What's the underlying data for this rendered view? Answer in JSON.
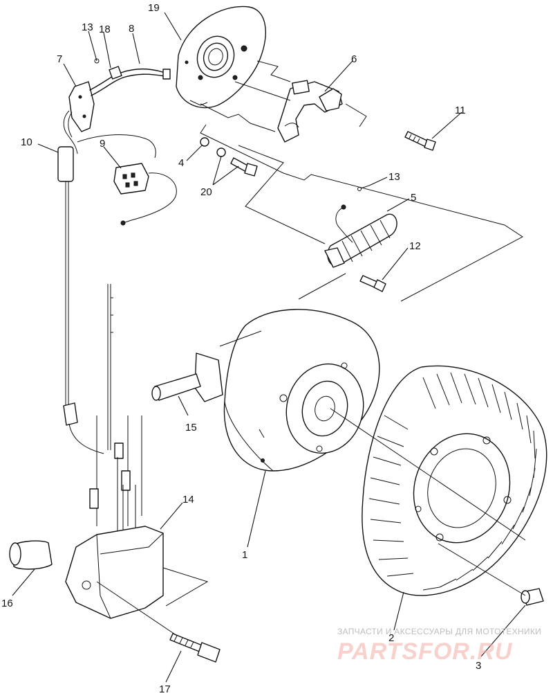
{
  "diagram": {
    "callouts": [
      {
        "id": "c13a",
        "label": "13"
      },
      {
        "id": "c18",
        "label": "18"
      },
      {
        "id": "c8",
        "label": "8"
      },
      {
        "id": "c19",
        "label": "19"
      },
      {
        "id": "c7",
        "label": "7"
      },
      {
        "id": "c6",
        "label": "6"
      },
      {
        "id": "c10",
        "label": "10"
      },
      {
        "id": "c9",
        "label": "9"
      },
      {
        "id": "c11",
        "label": "11"
      },
      {
        "id": "c4",
        "label": "4"
      },
      {
        "id": "c20",
        "label": "20"
      },
      {
        "id": "c13b",
        "label": "13"
      },
      {
        "id": "c5",
        "label": "5"
      },
      {
        "id": "c12",
        "label": "12"
      },
      {
        "id": "c15",
        "label": "15"
      },
      {
        "id": "c14",
        "label": "14"
      },
      {
        "id": "c1",
        "label": "1"
      },
      {
        "id": "c16",
        "label": "16"
      },
      {
        "id": "c2",
        "label": "2"
      },
      {
        "id": "c3",
        "label": "3"
      },
      {
        "id": "c17",
        "label": "17"
      }
    ]
  },
  "watermark": {
    "caption": "ЗАПЧАСТИ И АКСЕССУАРЫ ДЛЯ МОТОТЕХНИКИ",
    "site": "PARTSFOR.RU",
    "color": "#e8483c"
  }
}
